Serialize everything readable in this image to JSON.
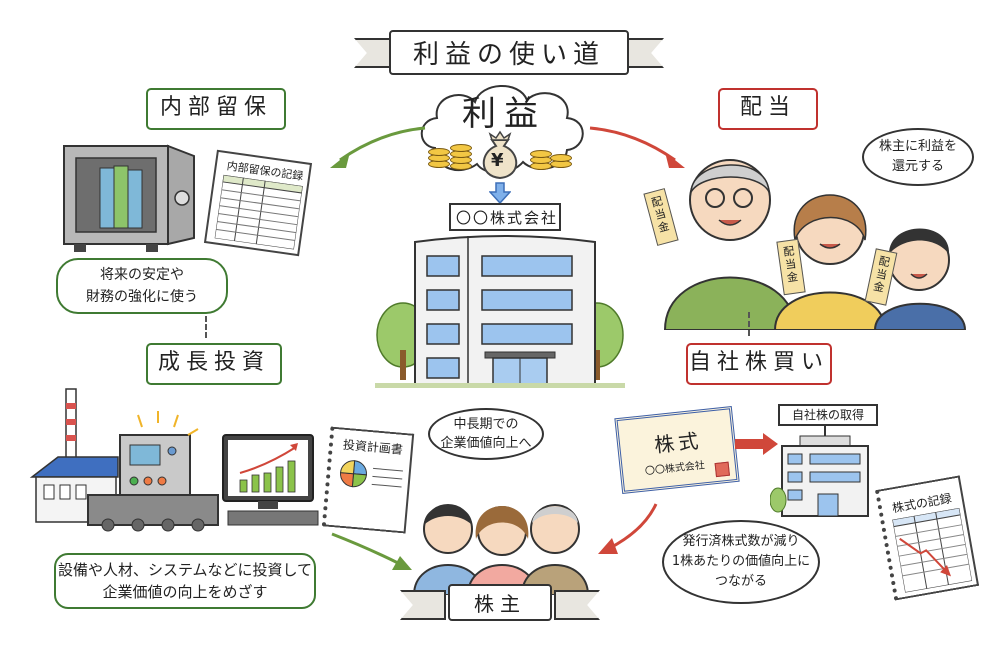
{
  "title": "利益の使い道",
  "center": {
    "profit_label": "利益",
    "money_bag_symbol": "¥",
    "company_sign": "〇〇株式会社"
  },
  "retained_earnings": {
    "label": "内部留保",
    "record_title": "内部留保の記録",
    "bubble_lines": [
      "将来の安定や",
      "財務の強化に使う"
    ],
    "color": "#3f7a32"
  },
  "dividends": {
    "label": "配当",
    "bubble_lines": [
      "株主に利益を",
      "還元する"
    ],
    "envelope_text": "配当金",
    "color": "#c0312e"
  },
  "growth_investment": {
    "label": "成長投資",
    "plan_title": "投資計画書",
    "bubble_lines": [
      "設備や人材、システムなどに投資して",
      "企業価値の向上をめざす"
    ],
    "color": "#3f7a32"
  },
  "buyback": {
    "label": "自社株買い",
    "certificate_title": "株式",
    "certificate_company": "〇〇株式会社",
    "acquisition_sign": "自社株の取得",
    "record_title": "株式の記録",
    "bubble_lines": [
      "発行済株式数が減り",
      "1株あたりの価値向上に",
      "つながる"
    ],
    "color": "#c0312e"
  },
  "shareholders": {
    "label": "株主",
    "bubble_lines": [
      "中長期での",
      "企業価値向上へ"
    ]
  },
  "colors": {
    "green_arrow": "#6a9a3e",
    "red_arrow": "#d0473a",
    "blue_arrow": "#5b8fd6",
    "coin": "#f2c744"
  }
}
